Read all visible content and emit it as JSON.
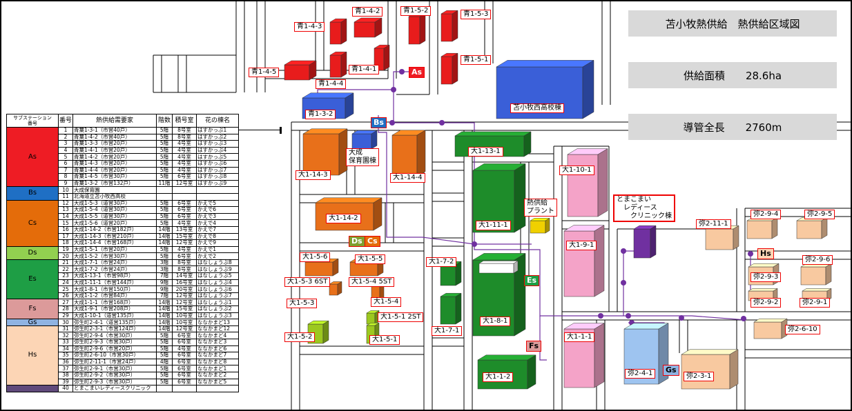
{
  "info": {
    "title": "苫小牧熱供給　熱供給区域図",
    "area": "供給面積　　28.6ha",
    "length": "導管全長　　2760m"
  },
  "table": {
    "headers": [
      "サブステーション\n番号",
      "番号",
      "熱供給需要家",
      "階数",
      "積号室",
      "花の棟名"
    ],
    "groups": [
      {
        "name": "As",
        "color": "#ee1c24",
        "rows": 9
      },
      {
        "name": "Bs",
        "color": "#1f6fc4",
        "rows": 2
      },
      {
        "name": "Cs",
        "color": "#e46c0a",
        "rows": 7
      },
      {
        "name": "Ds",
        "color": "#92d050",
        "rows": 2
      },
      {
        "name": "Es",
        "color": "#1e9e45",
        "rows": 6
      },
      {
        "name": "Fs",
        "color": "#dc9a9a",
        "rows": 3
      },
      {
        "name": "Gs",
        "color": "#8fb3e2",
        "rows": 1
      },
      {
        "name": "Hs",
        "color": "#fcd5b5",
        "rows": 9
      },
      {
        "name": "",
        "color": "#604a7b",
        "rows": 1
      }
    ],
    "rows": [
      [
        "1",
        "青葉1-3-1（市営40戸）",
        "5階",
        "8号室",
        "はすかっぷ1"
      ],
      [
        "2",
        "青葉1-4-2（市営40戸）",
        "5階",
        "8号室",
        "はすかっぷ2"
      ],
      [
        "3",
        "青葉1-3-3（市営20戸）",
        "5階",
        "4号室",
        "はすかっぷ3"
      ],
      [
        "4",
        "青葉1-4-1（市営20戸）",
        "5階",
        "4号室",
        "はすかっぷ4"
      ],
      [
        "5",
        "青葉1-4-2（市営20戸）",
        "5階",
        "4号室",
        "はすかっぷ5"
      ],
      [
        "6",
        "青葉1-4-3（市営20戸）",
        "5階",
        "4号室",
        "はすかっぷ6"
      ],
      [
        "7",
        "青葉1-4-4（市営20戸）",
        "5階",
        "4号室",
        "はすかっぷ7"
      ],
      [
        "8",
        "青葉1-4-5（市営30戸）",
        "5階",
        "6号室",
        "はすかっぷ8"
      ],
      [
        "9",
        "青葉1-3-2（市営132戸）",
        "11階",
        "12号室",
        "はすかっぷ9"
      ],
      [
        "10",
        "大成保育園",
        "",
        "",
        " "
      ],
      [
        "11",
        "北海道立苫小牧西高校",
        "",
        "",
        " "
      ],
      [
        "12",
        "大成1-5-3（道営30戸）",
        "5階",
        "6号室",
        "かえで5"
      ],
      [
        "13",
        "大成1-5-4（道営30戸）",
        "5階",
        "6号室",
        "かえで6"
      ],
      [
        "14",
        "大成1-5-5（道営30戸）",
        "5階",
        "6号室",
        "かえで3"
      ],
      [
        "15",
        "大成1-5-6（道営20戸）",
        "5階",
        "4号室",
        "かえで4"
      ],
      [
        "16",
        "大成1-14-2（市営182戸）",
        "14階",
        "13号室",
        "かえで7"
      ],
      [
        "17",
        "大成1-14-3（市営210戸）",
        "14階",
        "15号室",
        "かえで8"
      ],
      [
        "18",
        "大成1-14-4（市営168戸）",
        "14階",
        "12号室",
        "かえで9"
      ],
      [
        "19",
        "大成1-5-1（市営20戸）",
        "5階",
        "4号室",
        "かえで1"
      ],
      [
        "20",
        "大成1-5-2（市営30戸）",
        "5階",
        "6号室",
        "かえで2"
      ],
      [
        "21",
        "大成1-7-1（市営24戸）",
        "3階",
        "8号室",
        "はなしょうぶ8"
      ],
      [
        "22",
        "大成1-7-2（市営24戸）",
        "3階",
        "8号室",
        "はなしょうぶ9"
      ],
      [
        "23",
        "大成1-13-1（市営98戸）",
        "7階",
        "14号室",
        "はなしょうぶ5"
      ],
      [
        "24",
        "大成1-11-1（市営144戸）",
        "9階",
        "16号室",
        "はなしょうぶ4"
      ],
      [
        "25",
        "大成1-8-1（市営150戸）",
        "9階",
        "20号室",
        "はなしょうぶ6"
      ],
      [
        "26",
        "大成1-1-2（市営84戸）",
        "7階",
        "12号室",
        "はなしょうぶ7"
      ],
      [
        "27",
        "大成1-1-1（市営168戸）",
        "14階",
        "12号室",
        "はなしょうぶ1"
      ],
      [
        "28",
        "大成1-9-1（市営208戸）",
        "14階",
        "15号室",
        "はなしょうぶ2"
      ],
      [
        "29",
        "大成1-10-1（道営135戸）",
        "14階",
        "10号室",
        "はなしょうぶ3"
      ],
      [
        "30",
        "弥生町2-4-1（道営135戸）",
        "14階",
        "10号室",
        "ななかまど13"
      ],
      [
        "31",
        "弥生町2-3-1（市営124戸）",
        "14階",
        "12号室",
        "ななかまど12"
      ],
      [
        "32",
        "弥生町2-9-4（市営30戸）",
        "5階",
        "6号室",
        "ななかまど4"
      ],
      [
        "33",
        "弥生町2-9-3（市営30戸）",
        "5階",
        "6号室",
        "ななかまど3"
      ],
      [
        "34",
        "弥生町2-9-6（市営20戸）",
        "5階",
        "4号室",
        "ななかまど6"
      ],
      [
        "35",
        "弥生町2-6-10（市営30戸）",
        "5階",
        "6号室",
        "ななかまど7"
      ],
      [
        "36",
        "弥生町2-11-1（市営24戸）",
        "4階",
        "6号室",
        "ななかまど8"
      ],
      [
        "37",
        "弥生町2-9-1（市営30戸）",
        "5階",
        "6号室",
        "ななかまど1"
      ],
      [
        "38",
        "弥生町2-9-2（市営30戸）",
        "5階",
        "6号室",
        "ななかまど2"
      ],
      [
        "39",
        "弥生町2-9-3（市営30戸）",
        "5階",
        "6号室",
        "ななかまど5"
      ],
      [
        "40",
        "とまこまいレディースクリニック",
        "",
        "",
        " "
      ]
    ]
  },
  "stations": {
    "As": "As",
    "Bs": "Bs",
    "Cs": "Cs",
    "Ds": "Ds",
    "Es": "Es",
    "Fs": "Fs",
    "Gs": "Gs",
    "Hs": "Hs"
  },
  "labels": {
    "l1": "青1-4-3",
    "l2": "青1-4-2",
    "l3": "青1-5-2",
    "l4": "青1-5-3",
    "l5": "青1-5-1",
    "l6": "青1-4-5",
    "l7": "青1-4-1",
    "l8": "青1-4-4",
    "l9": "青1-3-2",
    "l10": "苫小牧西高校棟",
    "l11": "大成\n保育園棟",
    "l12": "大1-14-3",
    "l13": "大1-14-4",
    "l14": "大1-13-1",
    "l15": "大1-10-1",
    "l16": "大1-14-2",
    "l17": "大1-11-1",
    "l18": "熱供給\nプラント",
    "l19": "大1-9-1",
    "l20": "大1-5-6",
    "l21": "大1-5-5",
    "l22": "大1-7-2",
    "l23": "大1-5-3 6ST",
    "l24": "大1-5-4 5ST",
    "l25": "大1-5-3",
    "l26": "大1-5-4",
    "l27": "大1-5-1 2ST",
    "l28": "大1-8-1",
    "l29": "大1-7-1",
    "l30": "大1-5-2",
    "l31": "大1-5-1",
    "l32": "大1-1-1",
    "l33": "大1-1-2",
    "l34": "弥2-4-1",
    "l35": "弥2-3-1",
    "l36": "とまこまい\n　レディース\n　　クリニック棟",
    "l37": "弥2-11-1",
    "l38": "弥2-9-4",
    "l39": "弥2-9-5",
    "l40": "弥2-9-6",
    "l41": "弥2-9-3",
    "l42": "弥2-9-2",
    "l43": "弥2-9-1",
    "l44": "弥2-6-10"
  }
}
